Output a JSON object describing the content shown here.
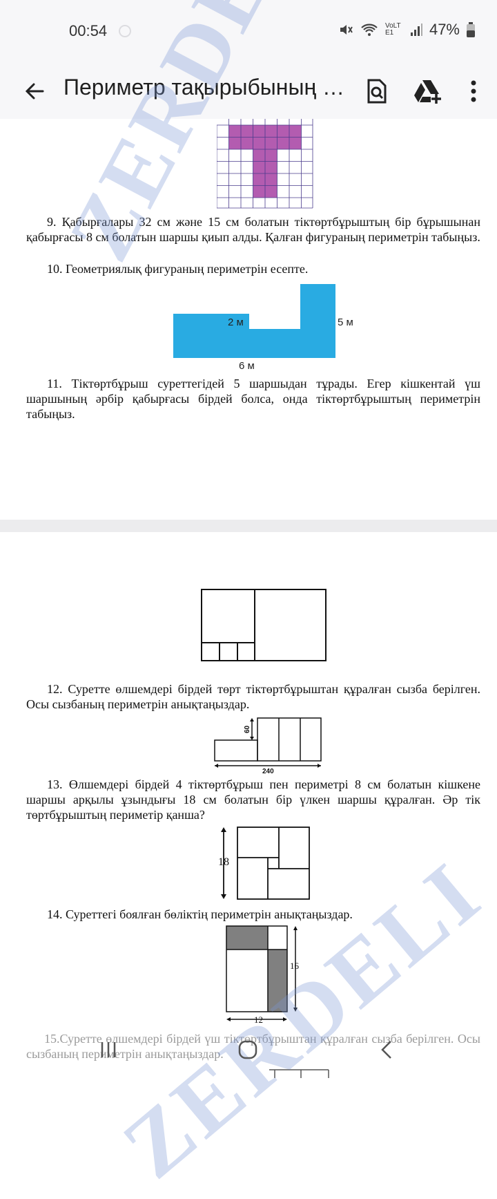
{
  "status_bar": {
    "time": "00:54",
    "battery": "47%",
    "network_label": "VoLTE1"
  },
  "app_bar": {
    "title": "Периметр тақырыбының ү..."
  },
  "problems": {
    "p9": "9. Қабырғалары 32 см және 15 см болатын тіктөртбұрыштың бір бұрышынан қабырғасы 8 см болатын шаршы қиып алды. Қалған фигураның периметрін табыңыз.",
    "p10": "10. Геометриялық фигураның периметрін есепте.",
    "p11": "11. Тіктөртбұрыш суреттегідей 5 шаршыдан тұрады. Егер кішкентай үш шаршының әрбір қабырғасы бірдей болса, онда тіктөртбұрыштың периметрін табыңыз.",
    "p12": "12. Суретте өлшемдері бірдей төрт тіктөртбұрыштан құралған сызба берілген. Осы сызбаның периметрін анықтаңыздар.",
    "p13": "13. Өлшемдері бірдей 4 тіктөртбұрыш пен периметрі 8 см болатын кішкене шаршы арқылы ұзындығы 18 см болатын бір үлкен шаршы құралған. Әр тік төртбұрыштың периметір қанша?",
    "p14": "14. Суреттегі боялған бөліктің периметрін анықтаңыздар.",
    "p15": "15.Суретте өлшемдері бірдей үш тіктөртбұрыштан құралған сызба берілген. Осы сызбаның периметрін анықтаңыздар."
  },
  "figures": {
    "fig10": {
      "label_a": "2 м",
      "label_b": "5 м",
      "label_c": "6 м",
      "fill": "#29abe2"
    },
    "fig12": {
      "label_height": "60",
      "label_width": "240"
    },
    "fig13": {
      "label_side": "18"
    },
    "fig14": {
      "label_height": "16",
      "label_width": "12",
      "shade": "#808080"
    },
    "grid_fill": "#b35cb0"
  },
  "watermark": {
    "text": "ZERDELI",
    "color": "#7896d2"
  },
  "icons": {
    "back": "arrow-left-icon",
    "search_doc": "search-document-icon",
    "drive_add": "drive-add-icon",
    "more": "more-vert-icon"
  }
}
